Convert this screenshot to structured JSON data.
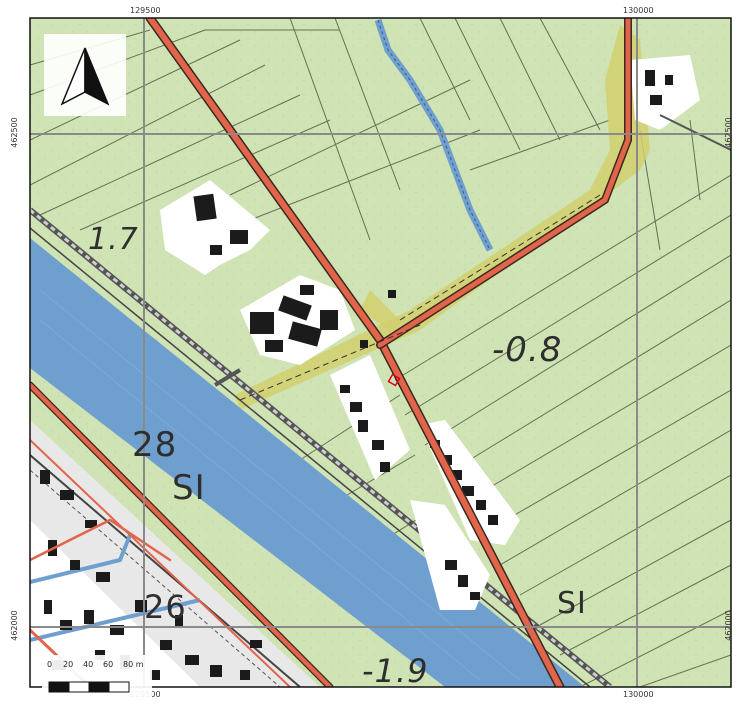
{
  "coordinates": {
    "top_left_x": "129500",
    "top_right_x": "130000",
    "bottom_left_x": "129500",
    "bottom_right_x": "130000",
    "left_upper_y": "462500",
    "left_lower_y": "462000",
    "right_upper_y": "462500",
    "right_lower_y": "462000"
  },
  "map_labels": {
    "elev_1_7": "1.7",
    "elev_neg_0_8": "-0.8",
    "canal_28": "28",
    "sl_west": "SI",
    "sl_east": "SI",
    "label_26": "26",
    "elev_neg_1_9": "-1.9"
  },
  "scale": {
    "ticks": [
      "0",
      "20",
      "40",
      "60",
      "80 m"
    ]
  },
  "icons": {
    "north_arrow": "north-arrow-icon",
    "site_marker": "site-marker-icon"
  },
  "colors": {
    "meadow": "#cfe3b4",
    "water": "#6f9fcf",
    "road": "#e2644a",
    "buildings": "#1b1b1b",
    "built_area": "#ffffff",
    "grid": "#8a8a8a",
    "site_marker": "#e0001a"
  }
}
